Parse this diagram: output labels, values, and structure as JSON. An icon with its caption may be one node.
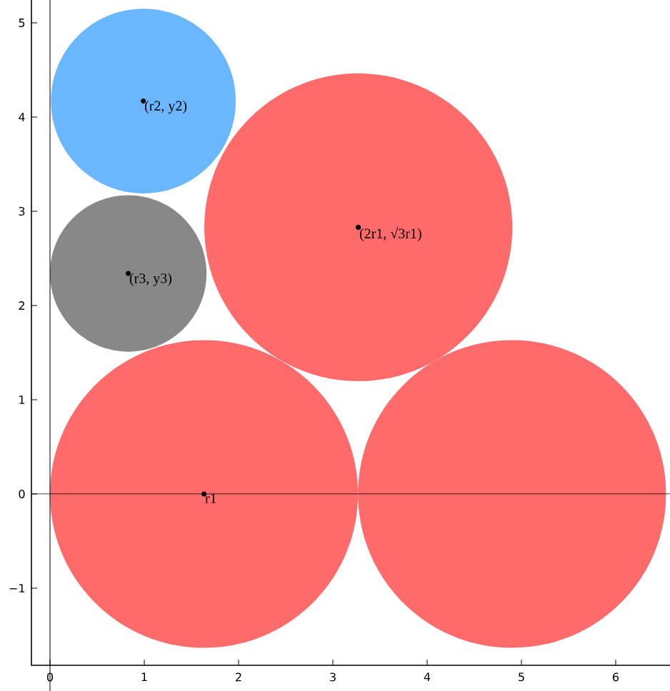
{
  "diagram": {
    "nodes": [
      {
        "text": [
          "(r2, y2)"
        ]
      },
      {
        "text": [
          "(2r1, √3r1)"
        ]
      },
      {
        "text": [
          "(r3, y3)"
        ]
      },
      {
        "text": [
          "r1"
        ]
      },
      {
        "text": [],
        "shape": "circle"
      }
    ],
    "labels": [
      "5",
      "4",
      "3",
      "2",
      "1",
      "0",
      "−1",
      "0",
      "1",
      "2",
      "3",
      "4",
      "5",
      "6"
    ]
  }
}
